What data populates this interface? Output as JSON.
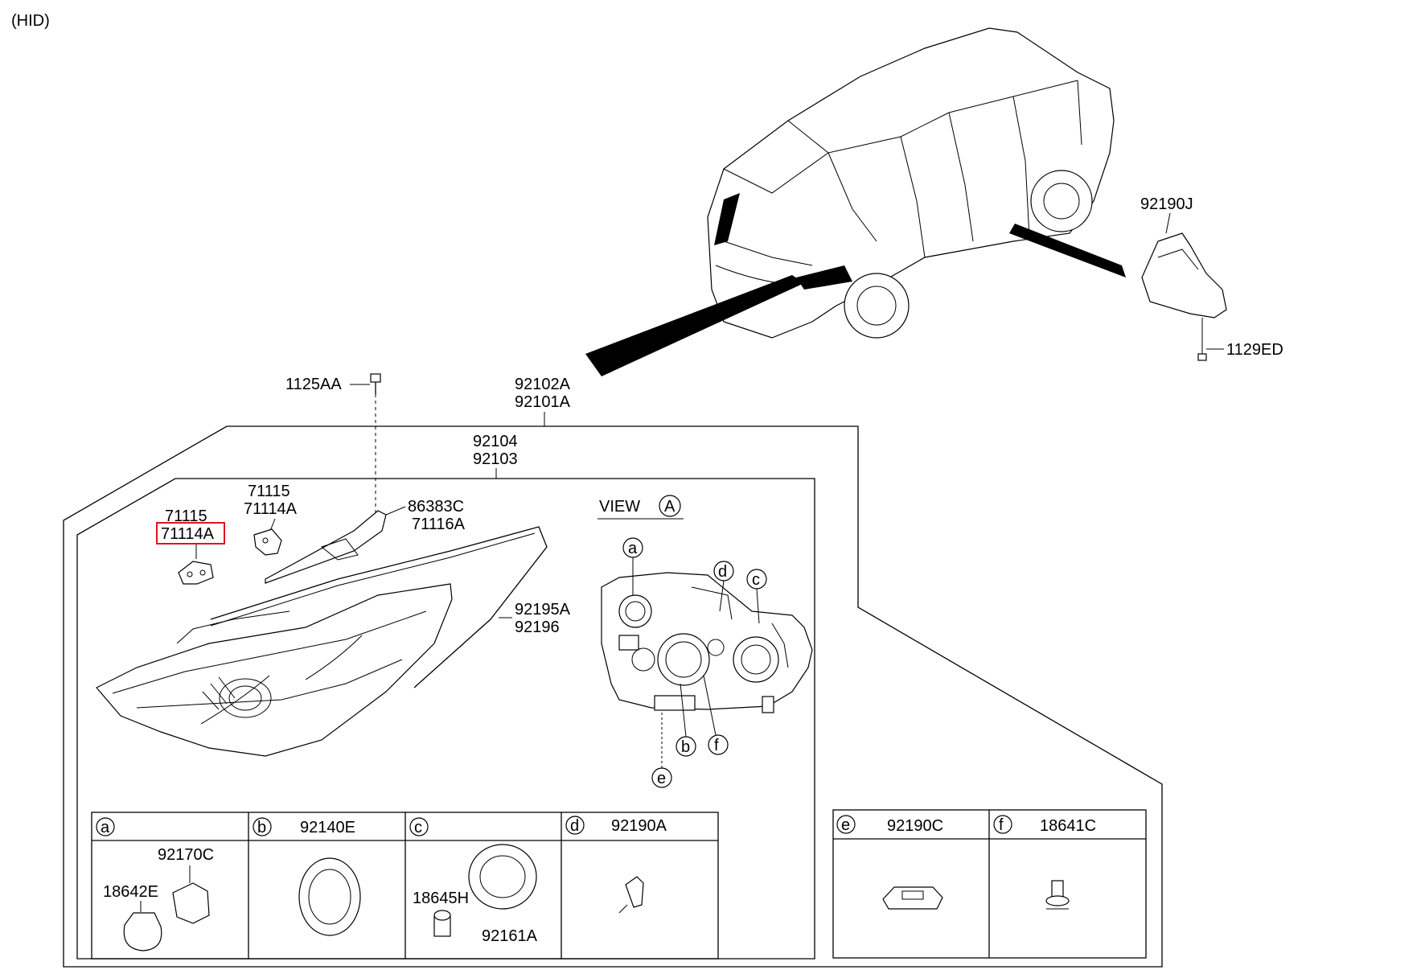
{
  "title": "(HID)",
  "view_label": "VIEW",
  "view_letter": "A",
  "callouts": {
    "c92190J": "92190J",
    "c1129ED": "1129ED",
    "c1125AA": "1125AA",
    "c92102A": "92102A",
    "c92101A": "92101A",
    "c92104": "92104",
    "c92103": "92103",
    "c71115_a": "71115",
    "c71114A_a": "71114A",
    "c71115_b": "71115",
    "c71114A_b": "71114A",
    "c86383C": "86383C",
    "c71116A": "71116A",
    "c92195A": "92195A",
    "c92196": "92196"
  },
  "view_markers": [
    "a",
    "b",
    "c",
    "d",
    "e",
    "f"
  ],
  "parts_table": [
    {
      "letter": "a",
      "code": "",
      "subparts": [
        "92170C",
        "18642E"
      ]
    },
    {
      "letter": "b",
      "code": "92140E",
      "subparts": []
    },
    {
      "letter": "c",
      "code": "",
      "subparts": [
        "18645H",
        "92161A"
      ]
    },
    {
      "letter": "d",
      "code": "92190A",
      "subparts": []
    }
  ],
  "parts_table_2": [
    {
      "letter": "e",
      "code": "92190C"
    },
    {
      "letter": "f",
      "code": "18641C"
    }
  ],
  "highlight_color": "#e0141e"
}
